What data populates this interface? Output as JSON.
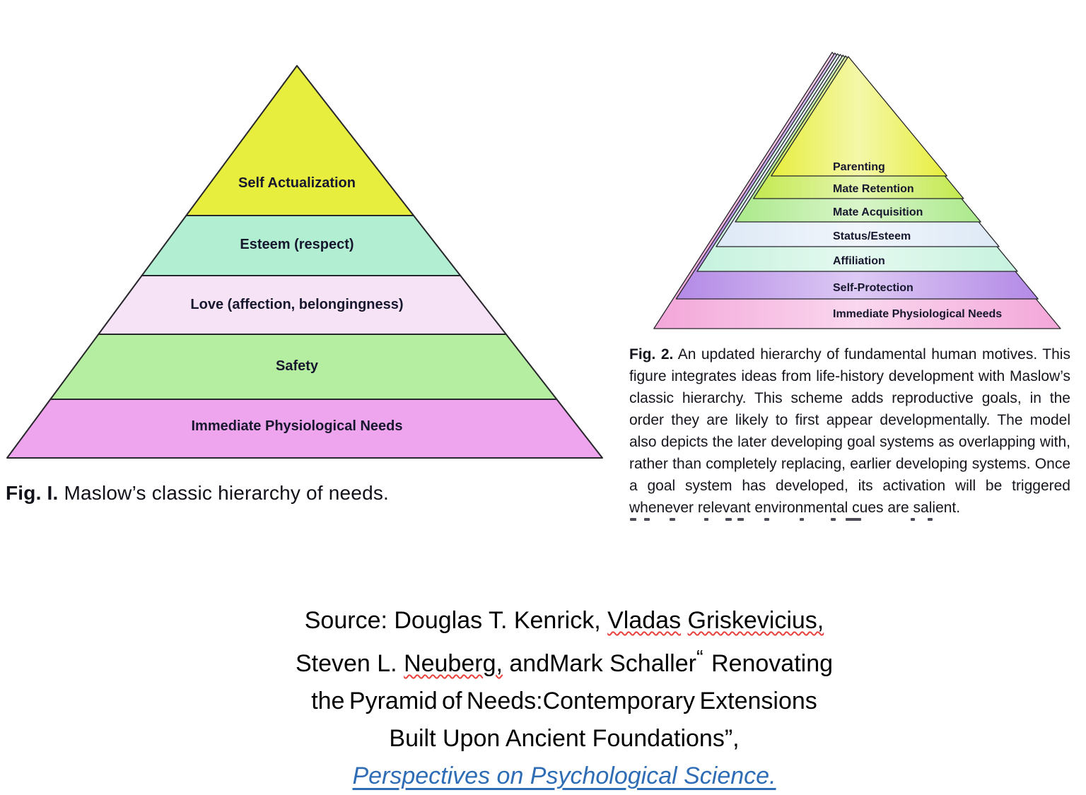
{
  "fig1": {
    "caption_label": "Fig. I.",
    "caption_body": " Maslow’s classic hierarchy of needs.",
    "levels": [
      {
        "label": "Self Actualization",
        "color": "#e8ee3d"
      },
      {
        "label": "Esteem (respect)",
        "color": "#b2efd2"
      },
      {
        "label": "Love (affection, belongingness)",
        "color": "#f6e3f6"
      },
      {
        "label": "Safety",
        "color": "#b5eda1"
      },
      {
        "label": "Immediate Physiological Needs",
        "color": "#efa4ee"
      }
    ]
  },
  "fig2": {
    "caption_label": "Fig. 2.",
    "caption_body": " An updated hierarchy of fundamental human motives. This figure integrates ideas from life-history development with Maslow’s classic hierarchy. This scheme adds reproductive goals, in the order they are likely to first appear developmentally. The model also depicts the later developing goal systems as overlapping with, rather than completely replacing, earlier developing systems. Once a goal system has developed, its activation will be triggered whenever relevant environmental cues are salient.",
    "levels": [
      {
        "label": "Parenting",
        "color": "#e7ee3e"
      },
      {
        "label": "Mate Retention",
        "color": "#c3e94e"
      },
      {
        "label": "Mate Acquisition",
        "color": "#abe98a"
      },
      {
        "label": "Status/Esteem",
        "color": "#dde9f6"
      },
      {
        "label": "Affiliation",
        "color": "#c6f2de"
      },
      {
        "label": "Self-Protection",
        "color": "#b389e6"
      },
      {
        "label": "Immediate Physiological Needs",
        "color": "#f3a6d9"
      }
    ]
  },
  "source": {
    "lines": [
      [
        {
          "text": "Source: Douglas T. Kenrick, "
        },
        {
          "text": "Vladas",
          "squiggle": true
        },
        {
          "text": " "
        },
        {
          "text": "Griskevicius,",
          "squiggle": true
        }
      ],
      [
        {
          "text": "Steven L. "
        },
        {
          "text": "Neuberg,",
          "squiggle": true
        },
        {
          "text": " andMark Schaller"
        },
        {
          "text": "“",
          "super": true
        },
        {
          "text": " Renovating"
        }
      ],
      [
        {
          "text": "the Pyramid of Needs:Contemporary Extensions"
        }
      ],
      [
        {
          "text": "Built Upon Ancient Foundations”,"
        }
      ],
      [
        {
          "text": "Perspectives on Psychological Science.",
          "link": true
        }
      ]
    ],
    "link_color": "#2e6db6",
    "squiggle_color": "#e8413c"
  },
  "chart_data": [
    {
      "type": "pyramid",
      "title": "Fig. I. Maslow’s classic hierarchy of needs.",
      "categories": [
        "Self Actualization",
        "Esteem (respect)",
        "Love (affection, belongingness)",
        "Safety",
        "Immediate Physiological Needs"
      ],
      "order": "top-to-bottom"
    },
    {
      "type": "pyramid",
      "title": "Fig. 2. An updated hierarchy of fundamental human motives.",
      "categories": [
        "Parenting",
        "Mate Retention",
        "Mate Acquisition",
        "Status/Esteem",
        "Affiliation",
        "Self-Protection",
        "Immediate Physiological Needs"
      ],
      "order": "top-to-bottom",
      "note": "nested overlapping triangles"
    }
  ]
}
